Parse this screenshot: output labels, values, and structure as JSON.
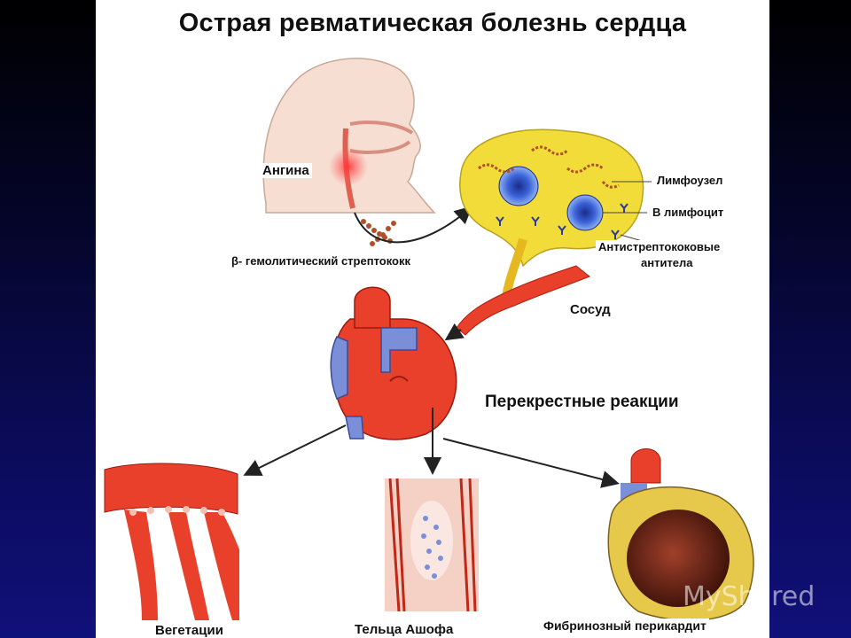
{
  "title": "Острая ревматическая болезнь сердца",
  "labels": {
    "angina": "Ангина",
    "streptococcus": "β- гемолитический стрептококк",
    "lymph_node": "Лимфоузел",
    "b_lymphocyte": "В лимфоцит",
    "antibodies_line1": "Антистрептококовые",
    "antibodies_line2": "антитела",
    "vessel": "Сосуд",
    "cross_reactions": "Перекрестные реакции",
    "vegetations": "Вегетации",
    "aschoff": "Тельца Ашофа",
    "pericarditis": "Фибринозный перикардит"
  },
  "watermark": "MyShared",
  "colors": {
    "heart_red": "#e8402a",
    "vessel_blue": "#7a8fd8",
    "lymph_yellow": "#f2dc3a",
    "strep_brown": "#b0502a"
  }
}
